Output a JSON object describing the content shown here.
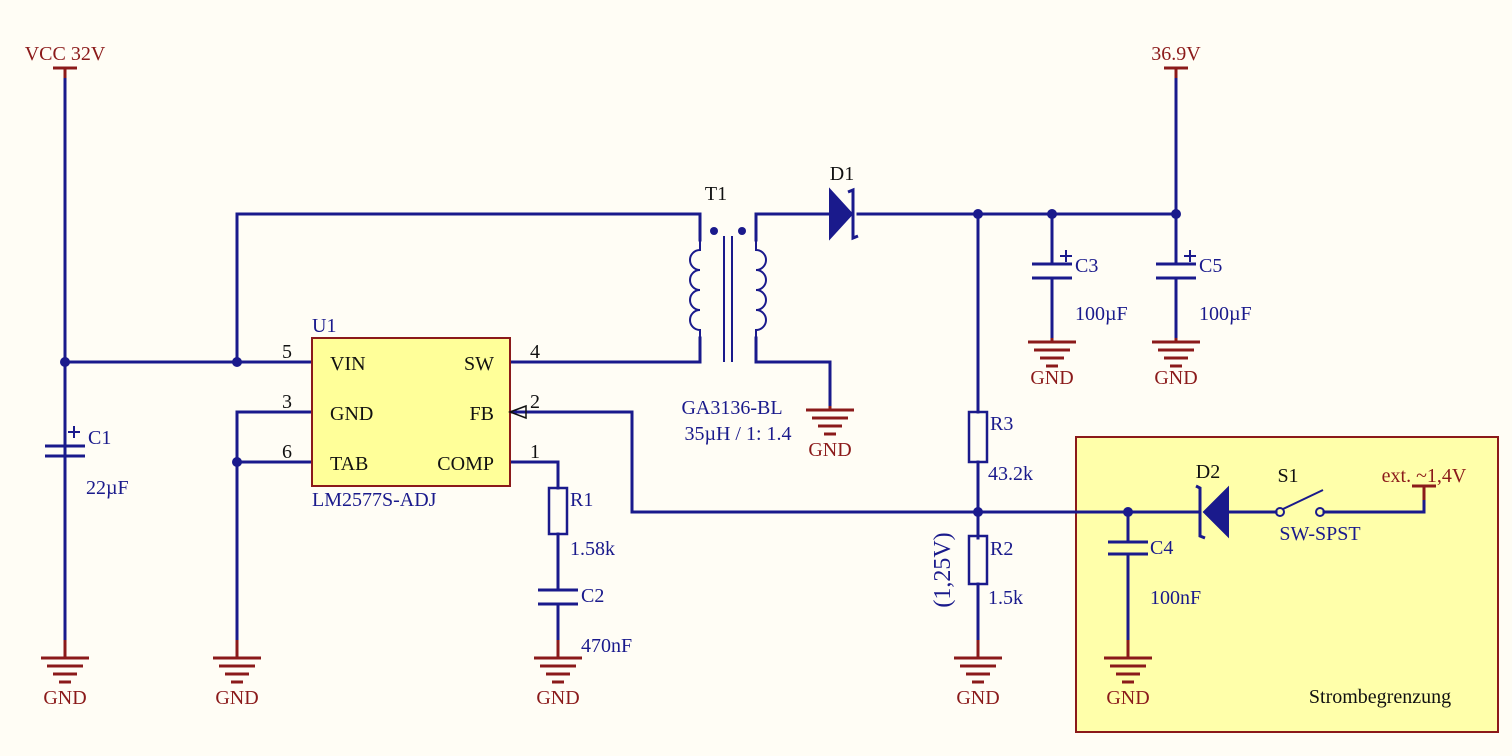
{
  "power": {
    "vcc": "VCC 32V",
    "vout": "36.9V",
    "ext": "ext. ~1,4V"
  },
  "gnd": "GND",
  "u1": {
    "ref": "U1",
    "part": "LM2577S-ADJ",
    "pins": {
      "vin": "VIN",
      "gnd": "GND",
      "tab": "TAB",
      "sw": "SW",
      "fb": "FB",
      "comp": "COMP"
    },
    "pin_numbers": {
      "vin": "5",
      "gnd": "3",
      "tab": "6",
      "sw": "4",
      "fb": "2",
      "comp": "1"
    }
  },
  "t1": {
    "ref": "T1",
    "part": "GA3136-BL",
    "value": "35µH / 1: 1.4"
  },
  "d1": {
    "ref": "D1"
  },
  "d2": {
    "ref": "D2"
  },
  "s1": {
    "ref": "S1",
    "part": "SW-SPST"
  },
  "c1": {
    "ref": "C1",
    "value": "22µF"
  },
  "c2": {
    "ref": "C2",
    "value": "470nF"
  },
  "c3": {
    "ref": "C3",
    "value": "100µF"
  },
  "c4": {
    "ref": "C4",
    "value": "100nF"
  },
  "c5": {
    "ref": "C5",
    "value": "100µF"
  },
  "r1": {
    "ref": "R1",
    "value": "1.58k"
  },
  "r2": {
    "ref": "R2",
    "value": "1.5k"
  },
  "r3": {
    "ref": "R3",
    "value": "43.2k"
  },
  "fb_voltage": "(1,25V)",
  "limit_box": {
    "label": "Strombegrenzung"
  },
  "colors": {
    "wire": "#1a1a8c",
    "power": "#8b1a1a",
    "chip_fill": "#ffff99",
    "box_fill": "#ffffaa",
    "background": "#fffdf5"
  }
}
